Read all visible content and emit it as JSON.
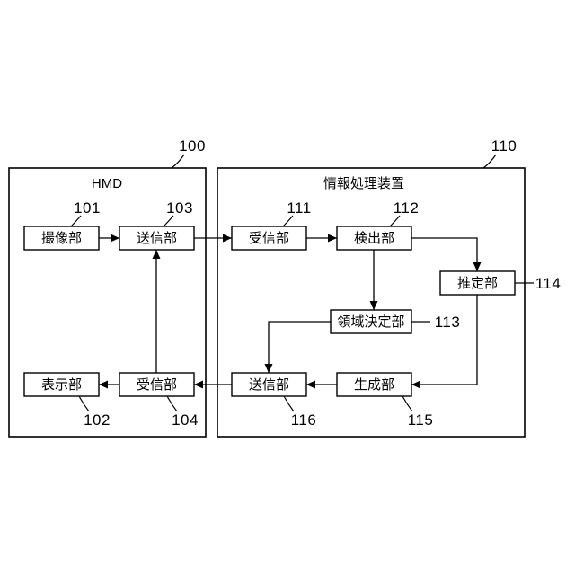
{
  "diagram": {
    "left_unit": {
      "title": "HMD",
      "ref": "100",
      "blocks": [
        {
          "id": "imaging",
          "label": "撮像部",
          "ref": "101"
        },
        {
          "id": "transmitter",
          "label": "送信部",
          "ref": "103"
        },
        {
          "id": "display",
          "label": "表示部",
          "ref": "102"
        },
        {
          "id": "receiver",
          "label": "受信部",
          "ref": "104"
        }
      ]
    },
    "right_unit": {
      "title": "情報処理装置",
      "ref": "110",
      "blocks": [
        {
          "id": "receiver",
          "label": "受信部",
          "ref": "111"
        },
        {
          "id": "detector",
          "label": "検出部",
          "ref": "112"
        },
        {
          "id": "estimator",
          "label": "推定部",
          "ref": "114"
        },
        {
          "id": "region_decider",
          "label": "領域決定部",
          "ref": "113"
        },
        {
          "id": "generator",
          "label": "生成部",
          "ref": "115"
        },
        {
          "id": "transmitter",
          "label": "送信部",
          "ref": "116"
        }
      ]
    }
  }
}
